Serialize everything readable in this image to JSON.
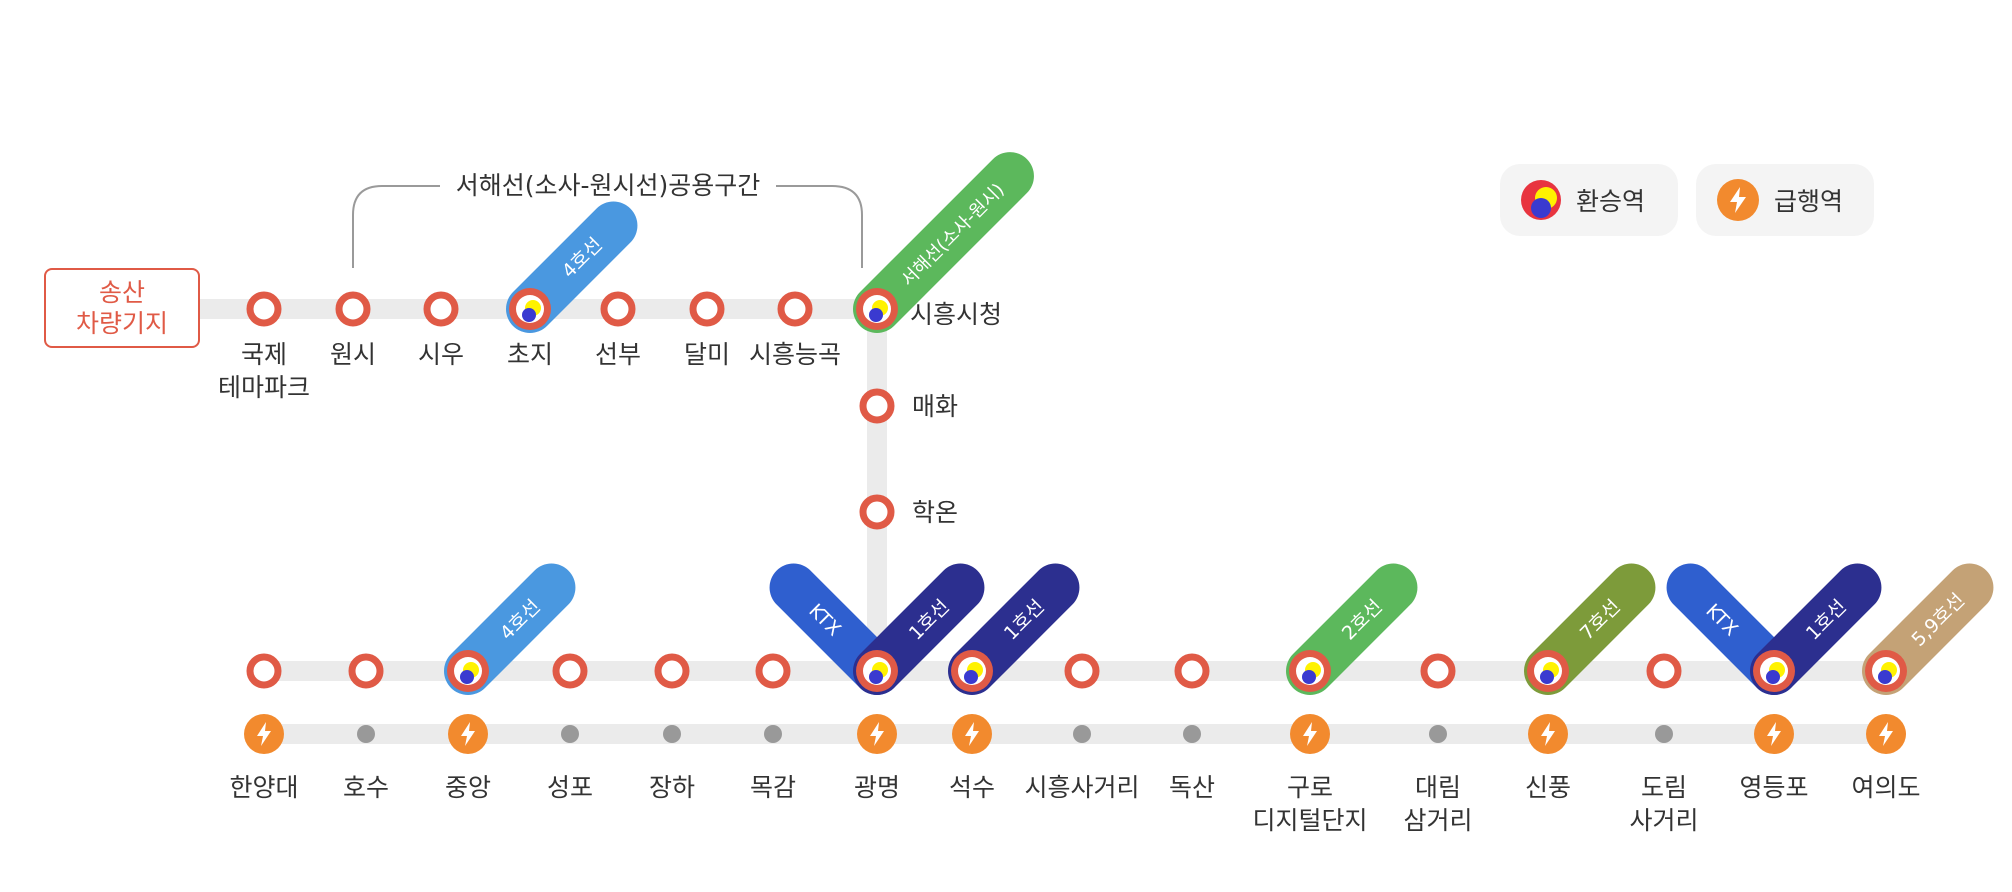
{
  "depot": {
    "line1": "송산",
    "line2": "차량기지"
  },
  "bracket_label": "서해선(소사-원시선)공용구간",
  "legend": {
    "transfer": "환승역",
    "express": "급행역"
  },
  "colors": {
    "line": "#e05a46",
    "track": "#ebebeb",
    "express": "#f28a2e",
    "normal_dot": "#999999",
    "line4": "#4a98e0",
    "seohae": "#5cb85c",
    "line1": "#2c2f8f",
    "ktx": "#2f5fcf",
    "line2": "#5cb85c",
    "line7": "#7d9b3a",
    "line59": "#c4a276"
  },
  "top_stations": [
    {
      "name": "국제\n테마파크"
    },
    {
      "name": "원시"
    },
    {
      "name": "시우"
    },
    {
      "name": "초지",
      "transfer": true,
      "badges": [
        {
          "text": "4호선",
          "color": "#4a98e0",
          "dir": "right"
        }
      ]
    },
    {
      "name": "선부"
    },
    {
      "name": "달미"
    },
    {
      "name": "시흥능곡"
    }
  ],
  "junction": {
    "name": "시흥시청",
    "transfer": true,
    "badges": [
      {
        "text": "서해선(소사-원시)",
        "color": "#5cb85c",
        "dir": "right",
        "long": true
      }
    ]
  },
  "vertical_stations": [
    {
      "name": "매화"
    },
    {
      "name": "학온"
    }
  ],
  "bottom_stations": [
    {
      "name": "한양대",
      "express": true
    },
    {
      "name": "호수",
      "express": false
    },
    {
      "name": "중앙",
      "express": true,
      "transfer": true,
      "badges": [
        {
          "text": "4호선",
          "color": "#4a98e0",
          "dir": "right"
        }
      ]
    },
    {
      "name": "성포",
      "express": false
    },
    {
      "name": "장하",
      "express": false
    },
    {
      "name": "목감",
      "express": false
    },
    {
      "name": "광명",
      "express": true,
      "transfer": true,
      "badges": [
        {
          "text": "KTX",
          "color": "#2f5fcf",
          "dir": "left"
        },
        {
          "text": "1호선",
          "color": "#2c2f8f",
          "dir": "right"
        }
      ]
    },
    {
      "name": "석수",
      "express": true,
      "transfer": true,
      "badges": [
        {
          "text": "1호선",
          "color": "#2c2f8f",
          "dir": "right"
        }
      ]
    },
    {
      "name": "시흥사거리",
      "express": false
    },
    {
      "name": "독산",
      "express": false
    },
    {
      "name": "구로\n디지털단지",
      "express": true,
      "transfer": true,
      "badges": [
        {
          "text": "2호선",
          "color": "#5cb85c",
          "dir": "right"
        }
      ]
    },
    {
      "name": "대림\n삼거리",
      "express": false
    },
    {
      "name": "신풍",
      "express": true,
      "transfer": true,
      "badges": [
        {
          "text": "7호선",
          "color": "#7d9b3a",
          "dir": "right"
        }
      ]
    },
    {
      "name": "도림\n사거리",
      "express": false
    },
    {
      "name": "영등포",
      "express": true,
      "transfer": true,
      "badges": [
        {
          "text": "KTX",
          "color": "#2f5fcf",
          "dir": "left"
        },
        {
          "text": "1호선",
          "color": "#2c2f8f",
          "dir": "right"
        }
      ]
    },
    {
      "name": "여의도",
      "express": true,
      "transfer": true,
      "badges": [
        {
          "text": "5,9호선",
          "color": "#c4a276",
          "dir": "right"
        }
      ]
    }
  ]
}
